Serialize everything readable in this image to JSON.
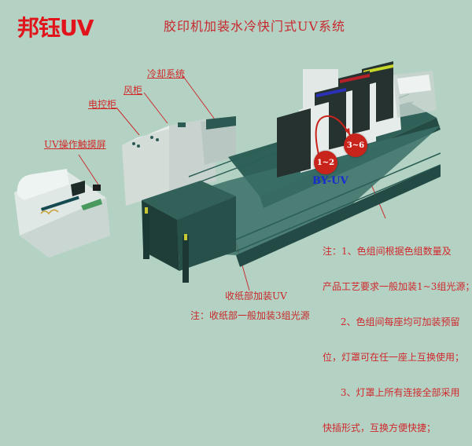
{
  "header": {
    "brand": "邦钰UV",
    "title": "胶印机加装水冷快门式UV系统"
  },
  "callouts": {
    "cooling_system": "冷却系统",
    "fan_cabinet": "风柜",
    "electric_cabinet": "电控柜",
    "uv_touchscreen": "UV操作触摸屏",
    "delivery_uv": "收纸部加装UV"
  },
  "badges": {
    "group_a": "1~2",
    "group_b": "3~6",
    "logo": "BY-UV"
  },
  "notes": {
    "right": [
      "注：1、色组间根据色组数量及",
      "产品工艺要求一般加装1~3组光源；",
      "      2、色组间每座均可加装预留",
      "位，灯罩可在任一座上互换使用；",
      "      3、灯罩上所有连接全部采用",
      "快插形式，互换方便快捷；"
    ],
    "bottom": "注：收纸部一般加装3组光源"
  },
  "colors": {
    "background": "#b4d2c4",
    "accent_red": "#d22a2a",
    "machine_dark": "#2c5a52",
    "machine_light": "#e4ece8",
    "ink_yellow": "#c8d82a",
    "ink_red": "#b8202a",
    "ink_blue": "#2a30b8",
    "logo_blue": "#1a2ad0"
  }
}
